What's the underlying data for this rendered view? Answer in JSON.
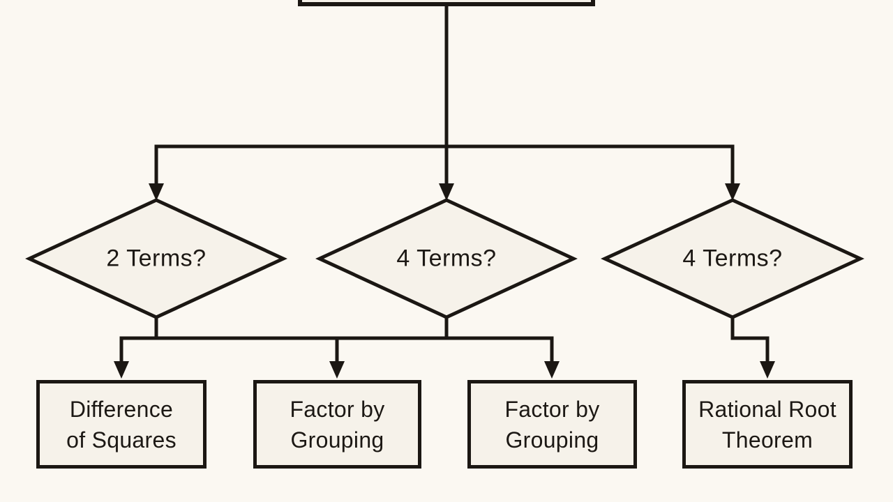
{
  "theme": {
    "background": "#fbf8f2",
    "shape_fill": "#f6f2ea",
    "line_color": "#1b1713",
    "text_color": "#1c1814"
  },
  "flowchart": {
    "decisions": [
      {
        "label": "2 Terms?"
      },
      {
        "label": "4 Terms?"
      },
      {
        "label": "4 Terms?"
      }
    ],
    "outcomes": [
      {
        "lines": [
          "Difference",
          "of Squares"
        ]
      },
      {
        "lines": [
          "Factor by",
          "Grouping"
        ]
      },
      {
        "lines": [
          "Factor by",
          "Grouping"
        ]
      },
      {
        "lines": [
          "Rational Root",
          "Theorem"
        ]
      }
    ]
  }
}
